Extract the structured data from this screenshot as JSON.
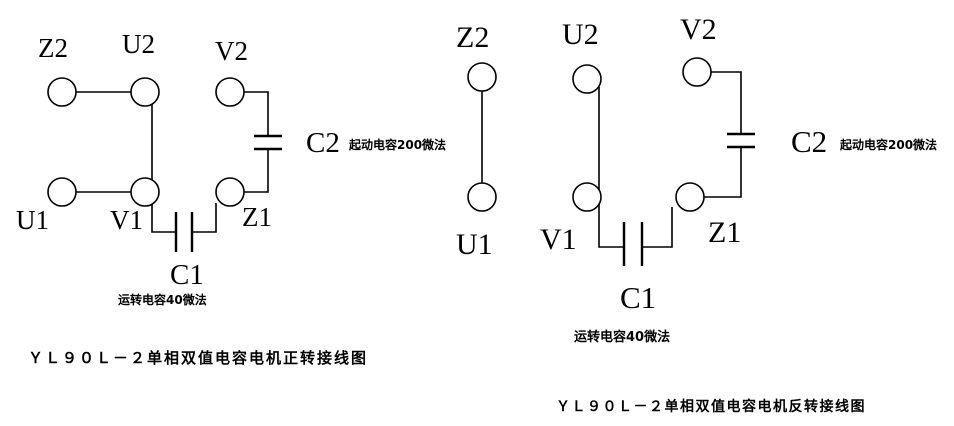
{
  "page": {
    "background_color": "#ffffff",
    "line_color": "#000000"
  },
  "left": {
    "caption": "ＹＬ９０Ｌ－２单相双值电容电机正转接线图",
    "terminals": {
      "z2": "Z2",
      "u2": "U2",
      "v2": "V2",
      "u1": "U1",
      "v1": "V1",
      "z1": "Z1"
    },
    "capacitors": {
      "run": {
        "label": "C1",
        "desc": "运转电容40微法"
      },
      "start": {
        "label": "C2",
        "desc": "起动电容200微法"
      }
    }
  },
  "right": {
    "caption": "ＹＬ９０Ｌ－２单相双值电容电机反转接线图",
    "terminals": {
      "z2": "Z2",
      "u2": "U2",
      "v2": "V2",
      "u1": "U1",
      "v1": "V1",
      "z1": "Z1"
    },
    "capacitors": {
      "run": {
        "label": "C1",
        "desc": "运转电容40微法"
      },
      "start": {
        "label": "C2",
        "desc": "起动电容200微法"
      }
    }
  }
}
